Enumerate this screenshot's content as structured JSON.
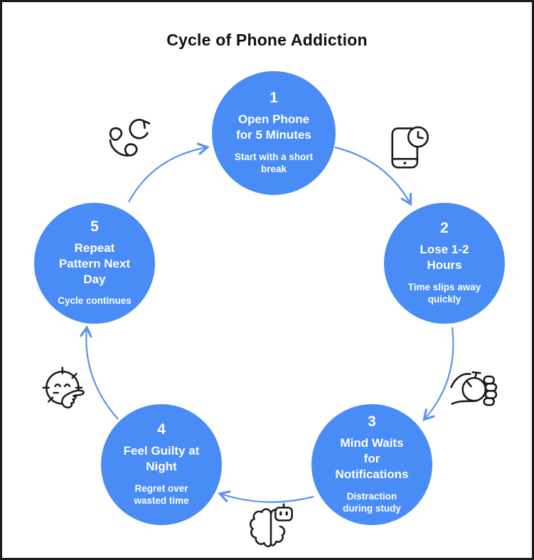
{
  "title": "Cycle of Phone Addiction",
  "colors": {
    "circle_fill": "#4A8CF5",
    "circle_text": "#FFFFFF",
    "arrow": "#5B92F3",
    "icon_stroke": "#1A1A1A",
    "title_text": "#111111",
    "border": "#1A1A1A",
    "background": "#FFFFFF"
  },
  "steps": [
    {
      "number": "1",
      "title": "Open Phone for 5 Minutes",
      "subtitle": "Start with a short break"
    },
    {
      "number": "2",
      "title": "Lose 1-2 Hours",
      "subtitle": "Time slips away quickly"
    },
    {
      "number": "3",
      "title": "Mind Waits for Notifications",
      "subtitle": "Distraction during study"
    },
    {
      "number": "4",
      "title": "Feel Guilty at Night",
      "subtitle": "Regret over wasted time"
    },
    {
      "number": "5",
      "title": "Repeat Pattern Next Day",
      "subtitle": "Cycle continues"
    }
  ],
  "icons": [
    {
      "name": "phone-refresh-icon",
      "between": "step 5 and step 1"
    },
    {
      "name": "phone-clock-icon",
      "between": "step 1 and step 2"
    },
    {
      "name": "stopwatch-hand-icon",
      "between": "step 2 and step 3"
    },
    {
      "name": "brain-robot-icon",
      "between": "step 3 and step 4"
    },
    {
      "name": "thinking-face-icon",
      "between": "step 4 and step 5"
    }
  ]
}
